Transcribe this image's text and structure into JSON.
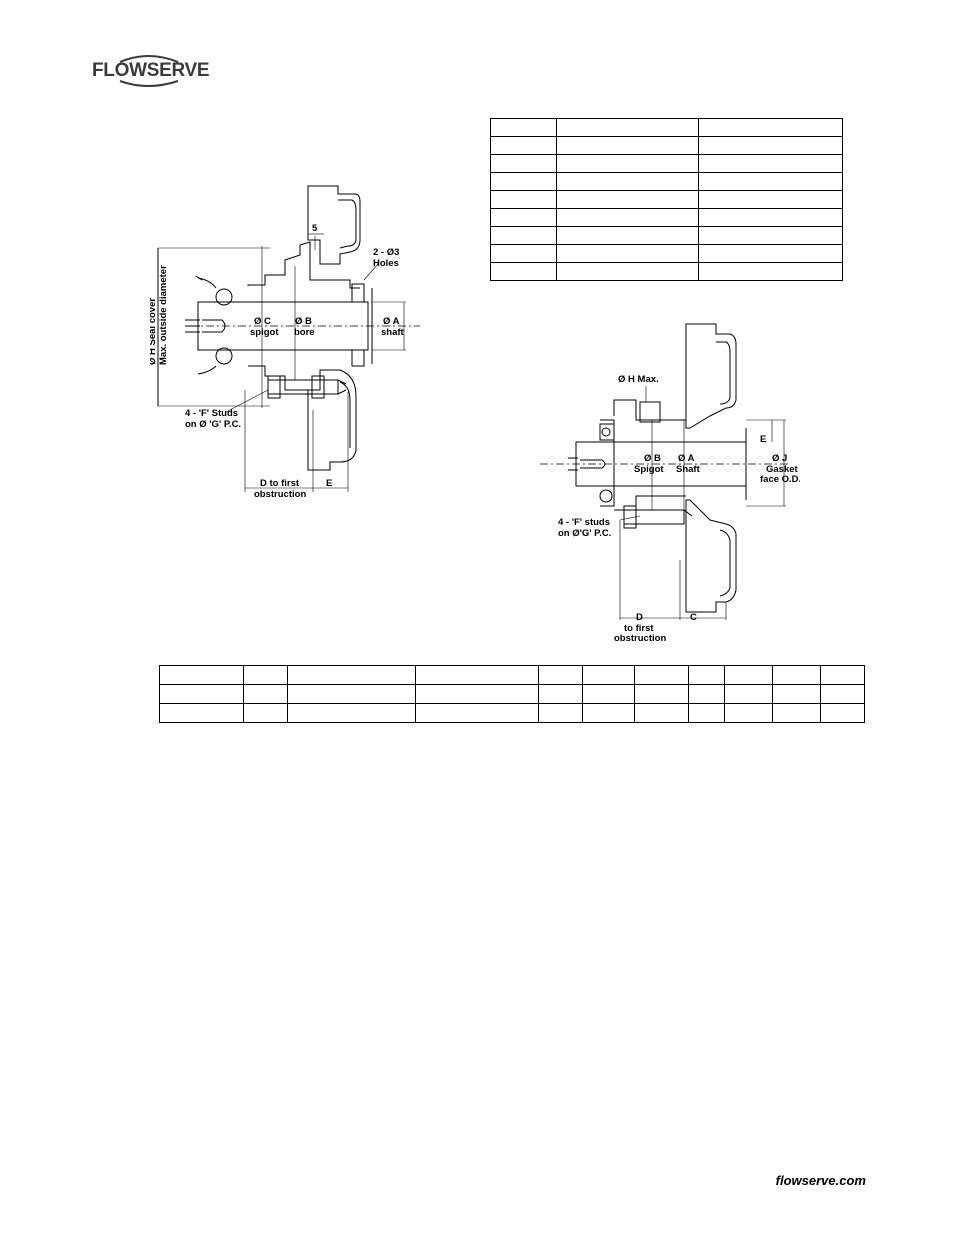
{
  "header": {
    "brand": "FLOWSERVE"
  },
  "top_table": {
    "rows": [
      [
        "",
        "",
        ""
      ],
      [
        "",
        "",
        ""
      ],
      [
        "",
        "",
        ""
      ],
      [
        "",
        "",
        ""
      ],
      [
        "",
        "",
        ""
      ],
      [
        "",
        "",
        ""
      ],
      [
        "",
        "",
        ""
      ],
      [
        "",
        "",
        ""
      ],
      [
        "",
        "",
        ""
      ]
    ]
  },
  "drawing_left": {
    "dim_5": "5",
    "holes_line1": "2 - Ø3",
    "holes_line2": "Holes",
    "seal_cover_line1": "Ø H Seal cover",
    "seal_cover_line2": "Max. outside diameter",
    "c_line1": "Ø C",
    "c_line2": "spigot",
    "b_line1": "Ø B",
    "b_line2": "bore",
    "a_line1": "Ø A",
    "a_line2": "shaft",
    "studs_line1": "4 - 'F' Studs",
    "studs_line2": "on Ø 'G' P.C.",
    "d_line1": "D to first",
    "d_line2": "obstruction",
    "e_label": "E"
  },
  "drawing_right": {
    "h_max": "Ø H Max.",
    "e_label": "E",
    "b_line1": "Ø B",
    "b_line2": "Spigot",
    "a_line1": "Ø A",
    "a_line2": "Shaft",
    "j_line1": "Ø J",
    "j_line2": "Gasket",
    "j_line3": "face O.D.",
    "studs_line1": "4 - 'F' studs",
    "studs_line2": "on Ø'G' P.C.",
    "d_label": "D",
    "c_label": "C",
    "d_line2": "to first",
    "d_line3": "obstruction"
  },
  "bottom_table": {
    "rows": [
      [
        "",
        "",
        "",
        "",
        "",
        "",
        "",
        "",
        "",
        "",
        ""
      ],
      [
        "",
        "",
        "",
        "",
        "",
        "",
        "",
        "",
        "",
        "",
        ""
      ],
      [
        "",
        "",
        "",
        "",
        "",
        "",
        "",
        "",
        "",
        "",
        ""
      ]
    ]
  },
  "footer": {
    "website": "flowserve.com"
  }
}
